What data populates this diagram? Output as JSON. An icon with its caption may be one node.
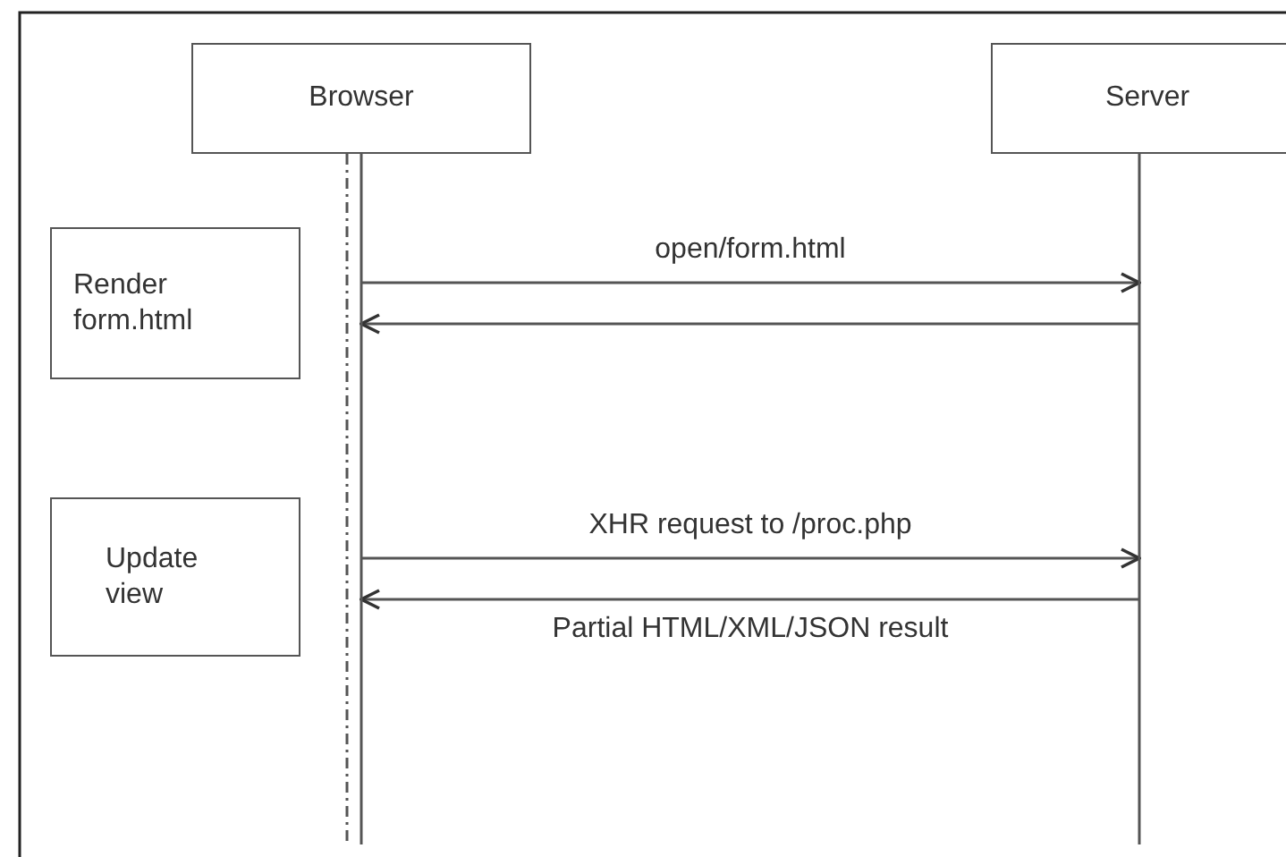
{
  "diagram": {
    "nodes": [
      {
        "text": [
          "Browser"
        ]
      },
      {
        "text": [
          "Server"
        ]
      },
      {
        "text": [
          "Render form.html"
        ]
      },
      {
        "text": [
          "Update view"
        ]
      }
    ],
    "edges": [
      {
        "from": 0,
        "to": 1,
        "arrow": "to",
        "label": "open/form.html"
      },
      {
        "from": 1,
        "to": 0,
        "arrow": "to"
      },
      {
        "from": 0,
        "to": 1,
        "arrow": "to",
        "label": "XHR request to /proc.php"
      },
      {
        "from": 1,
        "to": 0,
        "arrow": "to",
        "label": "Partial HTML/XML/JSON result"
      }
    ]
  }
}
